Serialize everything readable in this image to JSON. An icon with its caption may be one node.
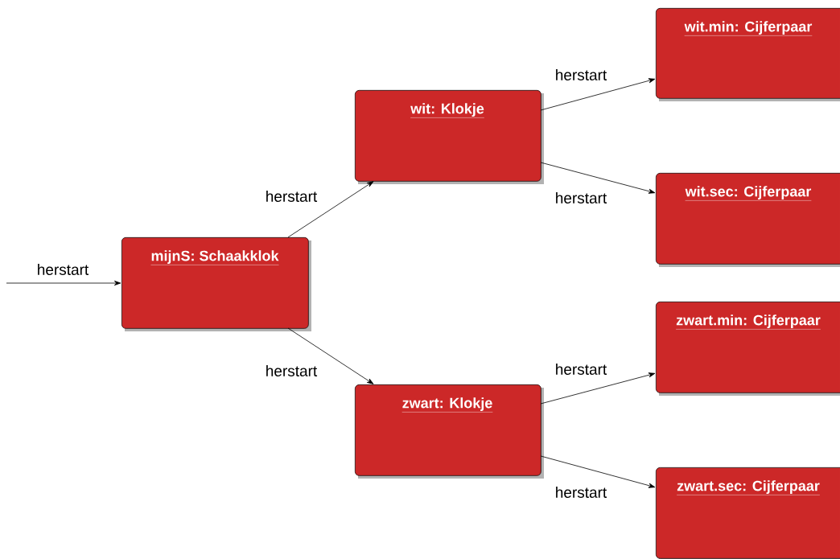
{
  "diagram": {
    "nodes": [
      {
        "text": [
          "mijnS: Schaakklok"
        ]
      },
      {
        "text": [
          "wit: Klokje"
        ]
      },
      {
        "text": [
          "zwart: Klokje"
        ]
      },
      {
        "text": [
          "wit.min: Cijferpaar"
        ]
      },
      {
        "text": [
          "wit.sec: Cijferpaar"
        ]
      },
      {
        "text": [
          "zwart.min: Cijferpaar"
        ]
      },
      {
        "text": [
          "zwart.sec: Cijferpaar"
        ]
      }
    ],
    "edges": [
      {
        "from": null,
        "to": 0,
        "arrow": "to",
        "label": "herstart"
      },
      {
        "from": 0,
        "to": 1,
        "arrow": "to",
        "label": "herstart"
      },
      {
        "from": 0,
        "to": 2,
        "arrow": "to",
        "label": "herstart"
      },
      {
        "from": 1,
        "to": 3,
        "arrow": "to",
        "label": "herstart"
      },
      {
        "from": 1,
        "to": 4,
        "arrow": "to",
        "label": "herstart"
      },
      {
        "from": 2,
        "to": 5,
        "arrow": "to",
        "label": "herstart"
      },
      {
        "from": 2,
        "to": 6,
        "arrow": "to",
        "label": "herstart"
      }
    ]
  }
}
